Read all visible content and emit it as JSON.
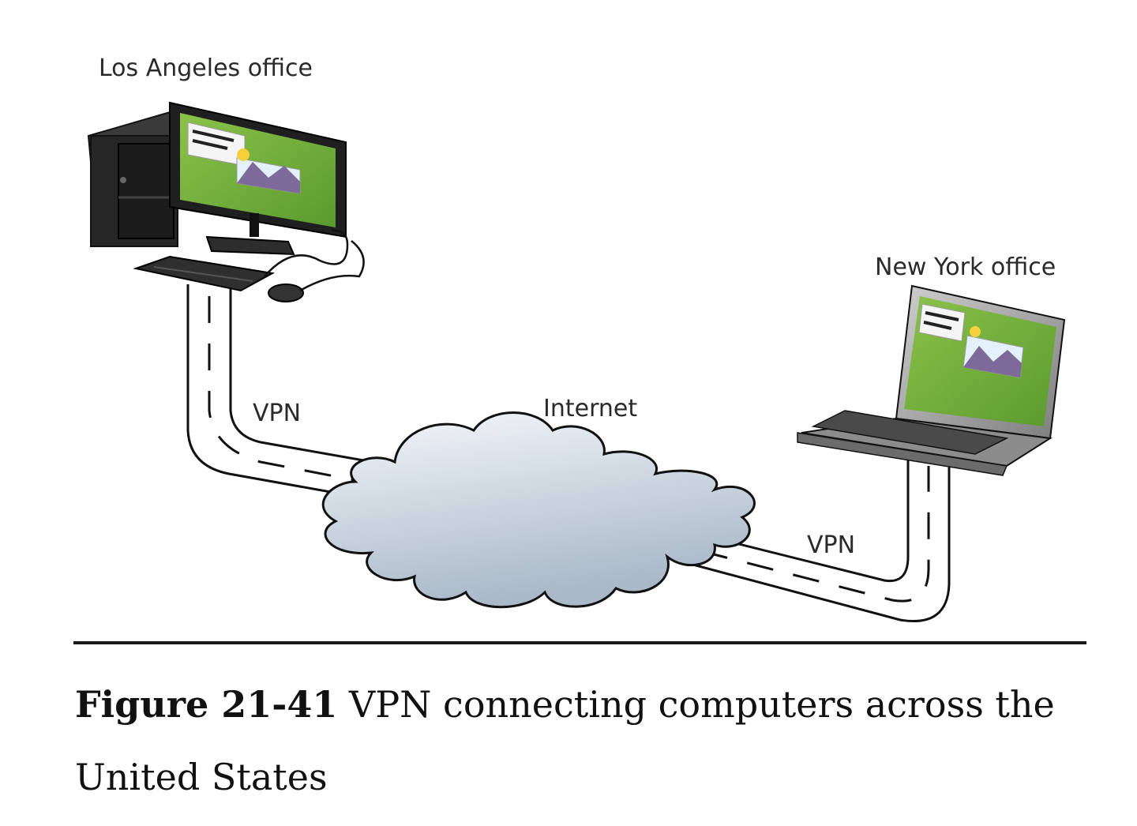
{
  "labels": {
    "la_office": "Los Angeles office",
    "ny_office": "New York office",
    "internet": "Internet",
    "vpn_left": "VPN",
    "vpn_right": "VPN"
  },
  "caption": {
    "figure_number": "Figure 21-41",
    "text": "VPN connecting computers across the United States"
  },
  "colors": {
    "screen_green": "#7cb342",
    "cloud_light": "#eef3f8",
    "cloud_dark": "#a9b9c8",
    "device_dark": "#2b2b2b",
    "laptop_gray": "#9a9a9a"
  }
}
